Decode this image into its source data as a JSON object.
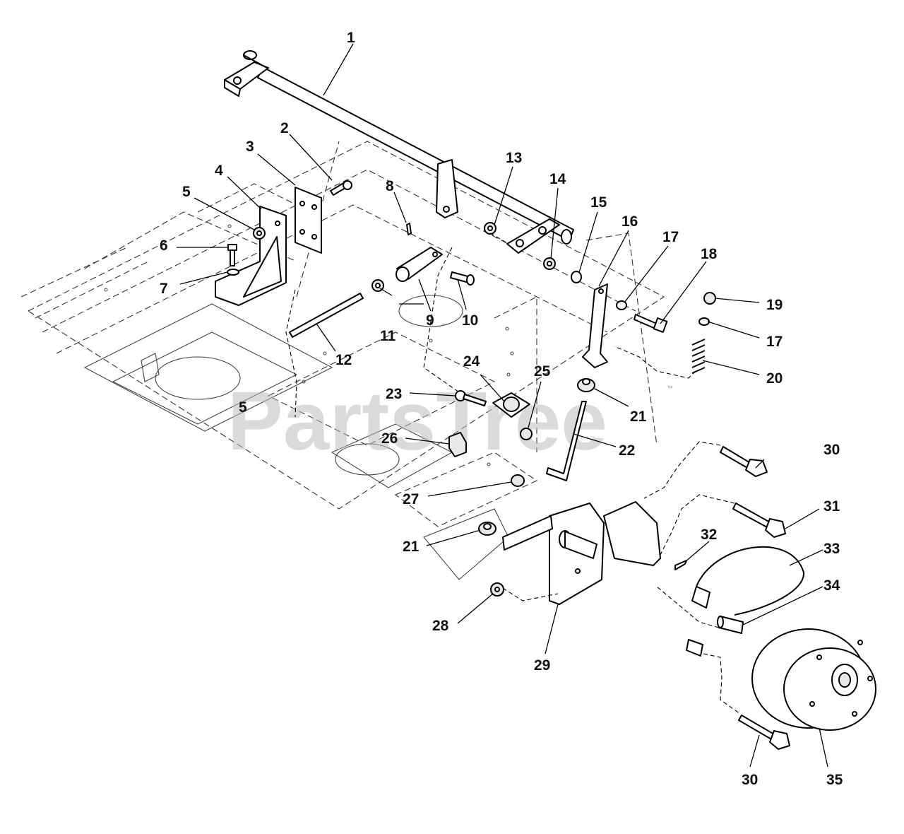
{
  "watermark": "PartsTree",
  "trademark": "™",
  "callouts": {
    "c1": "1",
    "c2": "2",
    "c3": "3",
    "c4": "4",
    "c5a": "5",
    "c5b": "5",
    "c6": "6",
    "c7": "7",
    "c8": "8",
    "c9": "9",
    "c10": "10",
    "c11": "11",
    "c12": "12",
    "c13": "13",
    "c14": "14",
    "c15": "15",
    "c16": "16",
    "c17a": "17",
    "c17b": "17",
    "c18": "18",
    "c19": "19",
    "c20": "20",
    "c21a": "21",
    "c21b": "21",
    "c22": "22",
    "c23": "23",
    "c24": "24",
    "c25": "25",
    "c26": "26",
    "c27": "27",
    "c28": "28",
    "c29": "29",
    "c30a": "30",
    "c30b": "30",
    "c31": "31",
    "c32": "32",
    "c33": "33",
    "c34": "34",
    "c35": "35"
  }
}
